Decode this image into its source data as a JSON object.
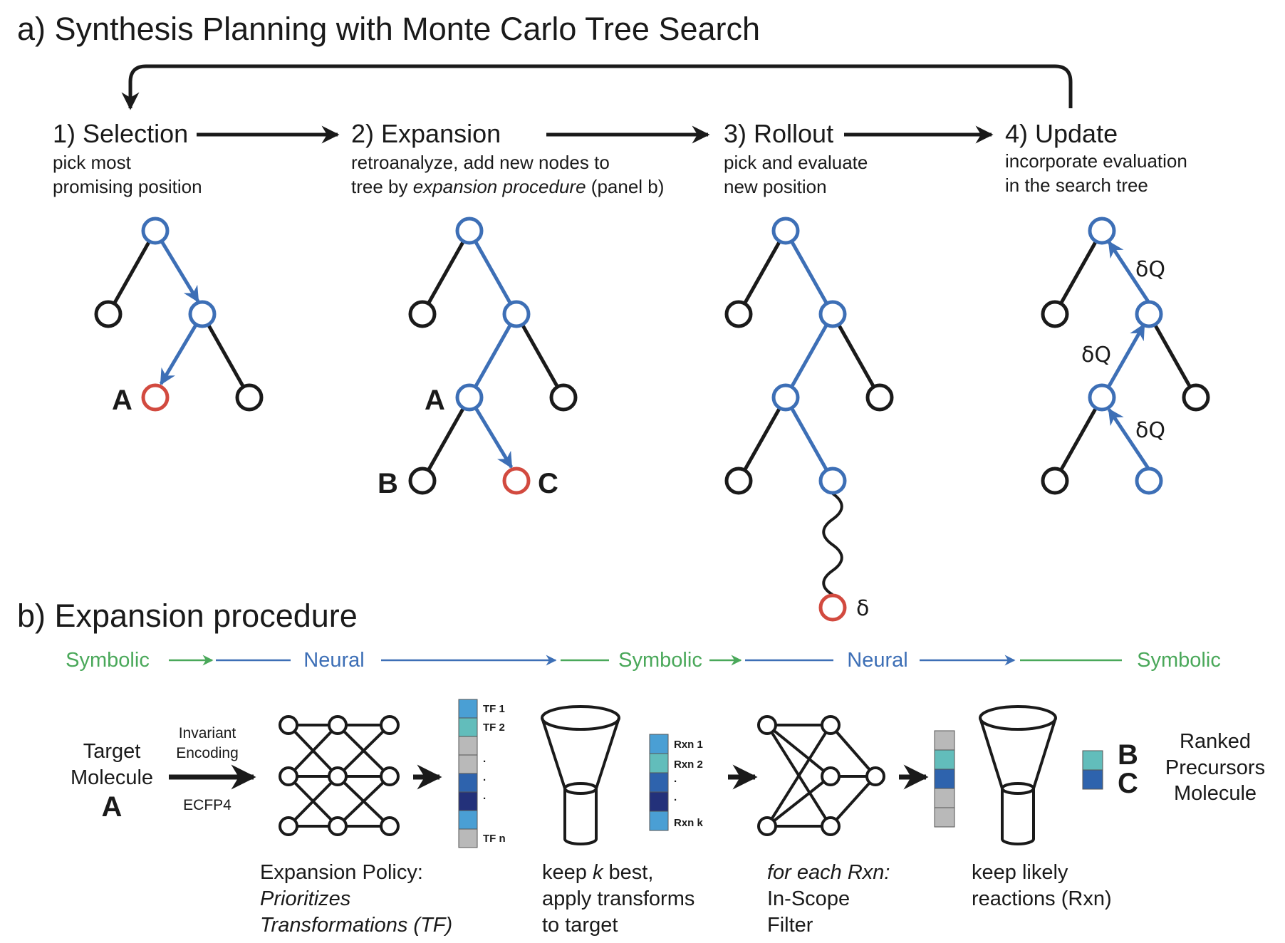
{
  "colors": {
    "blue": "#3d6fb6",
    "red": "#d24a3f",
    "black": "#1a1a1a",
    "green": "#4aa85a",
    "cell_light": "#4a9fd4",
    "cell_teal": "#62bdbb",
    "cell_grey": "#b9b9b9",
    "cell_mid": "#2e63ad",
    "cell_dark": "#23317a"
  },
  "panel_a": {
    "title": "a) Synthesis Planning with Monte Carlo Tree Search",
    "steps": [
      {
        "title": "1) Selection",
        "desc1": "pick most",
        "desc2": "promising position"
      },
      {
        "title": "2) Expansion",
        "desc1": "retroanalyze, add new nodes to",
        "desc2_pre": "tree by ",
        "desc2_em": "expansion procedure",
        "desc2_post": " (panel b)"
      },
      {
        "title": "3) Rollout",
        "desc1": "pick and evaluate",
        "desc2": "new position"
      },
      {
        "title": "4) Update",
        "desc1": "incorporate evaluation",
        "desc2": "in the search tree"
      }
    ],
    "node_labels": {
      "a": "A",
      "b": "B",
      "c": "C"
    },
    "delta": "δ",
    "delta_q": "δQ"
  },
  "panel_b": {
    "title": "b) Expansion procedure",
    "flow_labels": [
      "Symbolic",
      "Neural",
      "Symbolic",
      "Neural",
      "Symbolic"
    ],
    "target_line1": "Target",
    "target_line2": "Molecule",
    "target_letter": "A",
    "encoding_line1": "Invariant",
    "encoding_line2": "Encoding",
    "ecfp": "ECFP4",
    "tf_labels": {
      "first": "TF 1",
      "second": "TF 2",
      "dot": ".",
      "last": "TF n"
    },
    "rxn_labels": {
      "first": "Rxn 1",
      "second": "Rxn 2",
      "dot": ".",
      "last": "Rxn k"
    },
    "cap_policy_1": "Expansion Policy:",
    "cap_policy_2": "Prioritizes",
    "cap_policy_3": "Transformations (TF)",
    "cap_keep_1_pre": "keep ",
    "cap_keep_1_em": "k",
    "cap_keep_1_post": " best,",
    "cap_keep_2": "apply transforms",
    "cap_keep_3": "to target",
    "cap_filter_1": "for each Rxn:",
    "cap_filter_2": "In-Scope",
    "cap_filter_3": "Filter",
    "cap_likely_1": "keep likely",
    "cap_likely_2": "reactions (Rxn)",
    "result_b": "B",
    "result_c": "C",
    "ranked_1": "Ranked",
    "ranked_2": "Precursors",
    "ranked_3": "Molecule"
  }
}
